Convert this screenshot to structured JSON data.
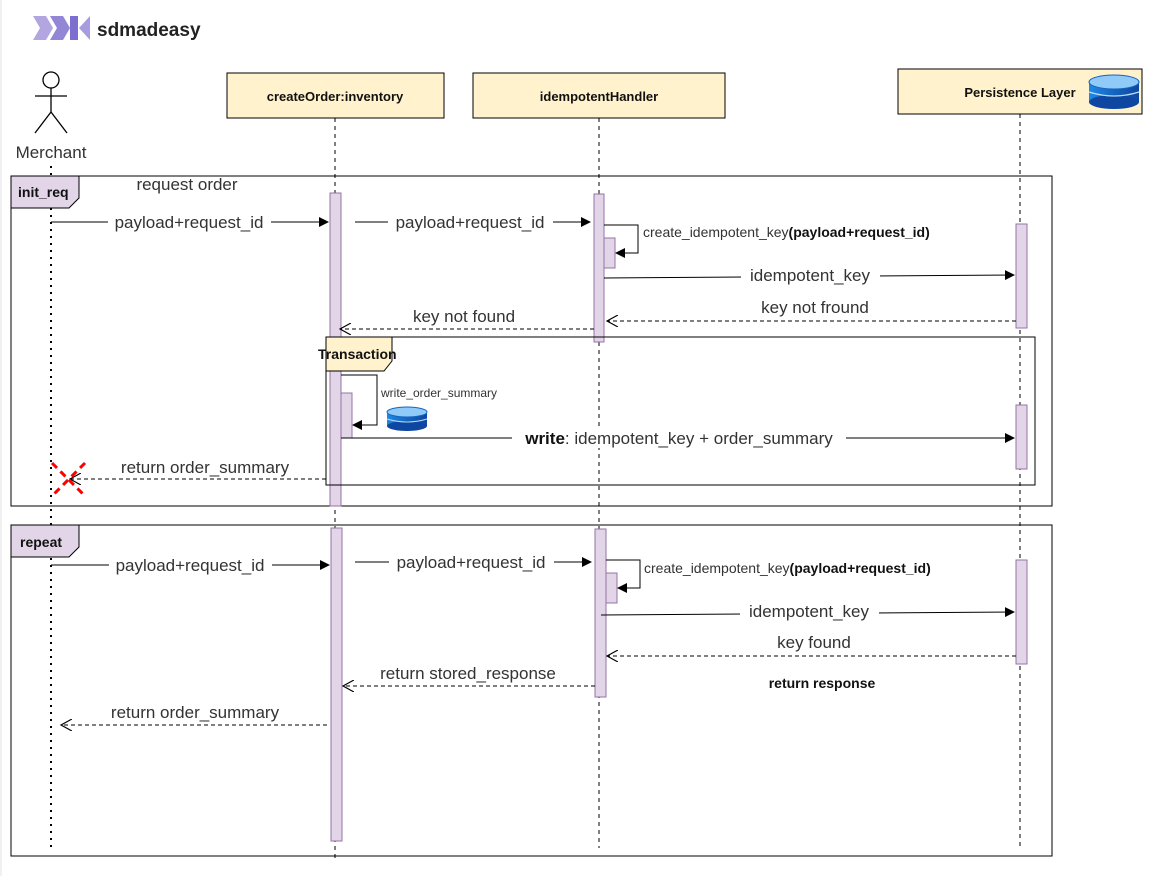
{
  "brand": {
    "name": "sdmadeasy"
  },
  "colors": {
    "participant_fill": "#fff2cc",
    "activation_fill": "#e1d5e7",
    "activation_stroke": "#9673a6",
    "frame_label_fill": "#e1d5e7",
    "db_blue": "#1565c0",
    "db_light": "#90caf9",
    "destroy_red": "#ff0000"
  },
  "actor": {
    "name": "Merchant",
    "icon": "stick-figure-icon"
  },
  "participants": [
    {
      "name": "createOrder:inventory"
    },
    {
      "name": "idempotentHandler"
    },
    {
      "name": "Persistence Layer",
      "icon": "database-icon"
    }
  ],
  "frames": {
    "init_req": "init_req",
    "transaction": "Transaction",
    "repeat": "repeat"
  },
  "init_req": {
    "title_note": "request order",
    "m1": "payload+request_id",
    "m2": "payload+request_id",
    "m3_prefix": "create_idempotent_key",
    "m3_args": "(payload+request_id)",
    "m4": "idempotent_key",
    "m5": "key not fround",
    "m6": "key not found",
    "self_write": "write_order_summary",
    "write_bold": "write",
    "write_rest": ": idempotent_key + order_summary",
    "ret": "return order_summary"
  },
  "repeat": {
    "m1": "payload+request_id",
    "m2": "payload+request_id",
    "m3_prefix": "create_idempotent_key",
    "m3_args": "(payload+request_id)",
    "m4": "idempotent_key",
    "m5": "key found",
    "ret_stored": "return stored_response",
    "ret_response": "return response",
    "ret": "return order_summary"
  }
}
